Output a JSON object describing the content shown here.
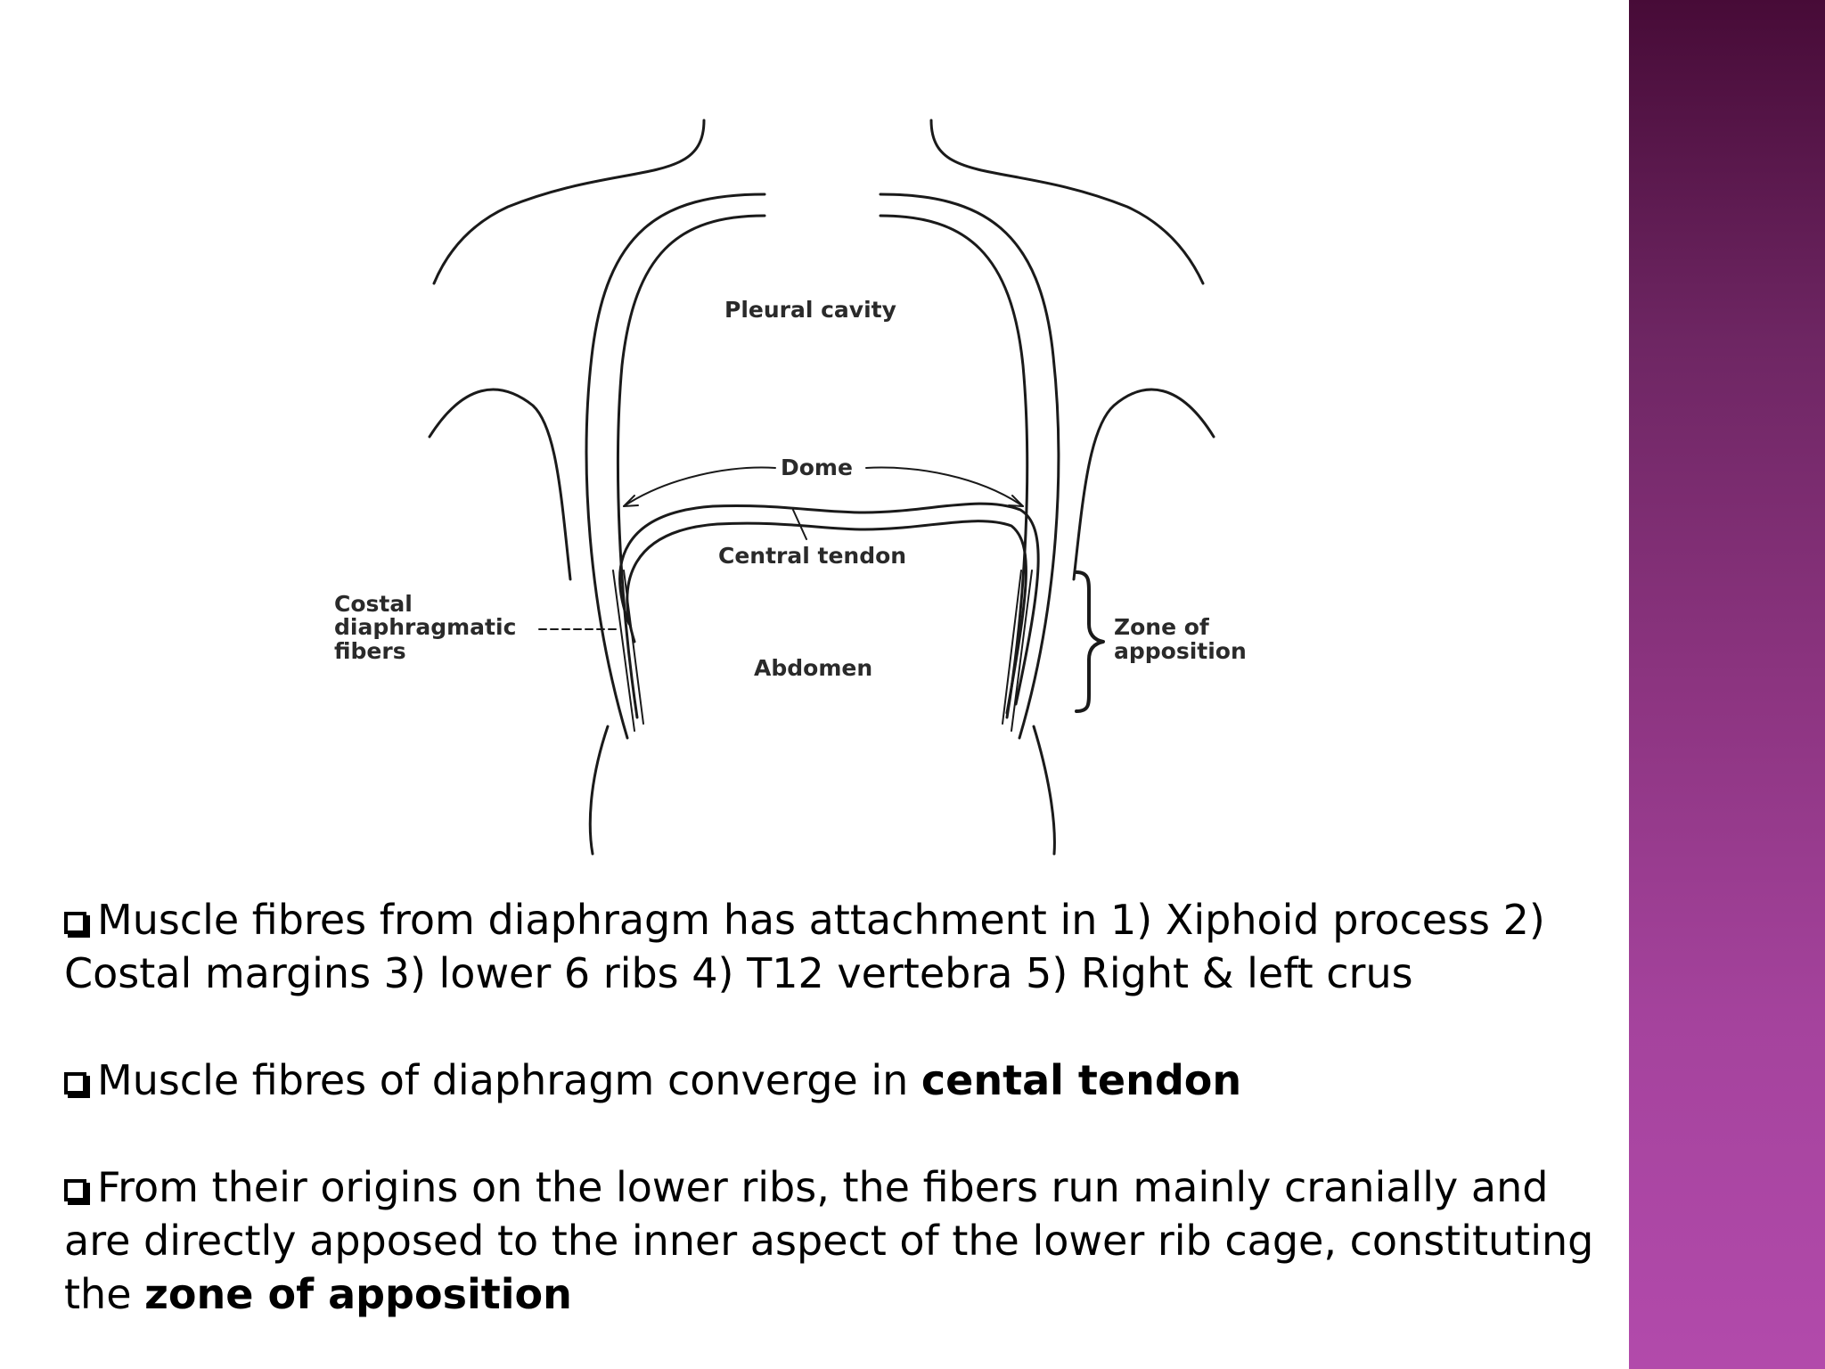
{
  "figure": {
    "labels": {
      "pleural_cavity": "Pleural cavity",
      "dome": "Dome",
      "central_tendon": "Central tendon",
      "abdomen": "Abdomen",
      "costal_line1": "Costal",
      "costal_line2": "diaphragmatic",
      "costal_line3": "fibers",
      "zone_line1": "Zone of",
      "zone_line2": "apposition"
    }
  },
  "bullets": [
    {
      "icon": "checkbox-icon",
      "text": "Muscle fibres from diaphragm has attachment in 1) Xiphoid process  2) Costal margins  3) lower 6 ribs  4) T12 vertebra  5) Right & left crus"
    },
    {
      "icon": "checkbox-icon",
      "text": "Muscle fibres of diaphragm converge in ",
      "bold": "cental tendon"
    },
    {
      "icon": "checkbox-icon",
      "text": "From their origins on the lower ribs, the fibers run mainly cranially and are directly apposed to the inner aspect of the lower rib cage, constituting the ",
      "bold": "zone of apposition"
    }
  ],
  "colors": {
    "side_band_top": "#470b37",
    "side_band_bottom": "#b24aab"
  }
}
